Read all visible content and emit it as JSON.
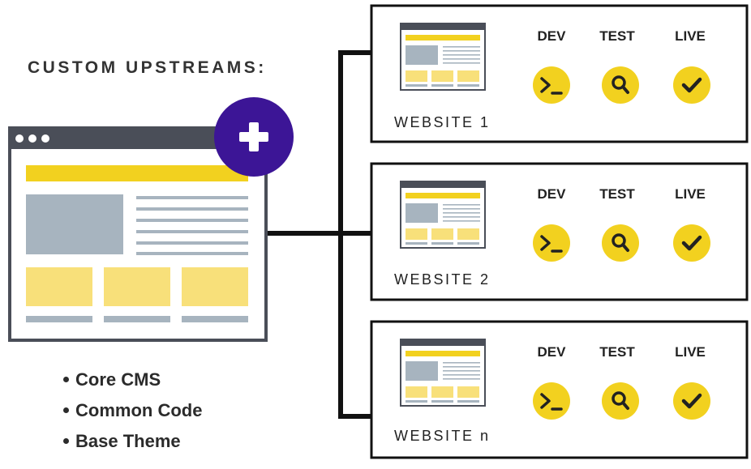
{
  "title": "CUSTOM UPSTREAMS:",
  "features": [
    "Core CMS",
    "Common Code",
    "Base Theme"
  ],
  "colors": {
    "yellow": "#f2d11f",
    "pale_yellow": "#f8e07a",
    "dark_gray": "#4a4e58",
    "light_gray": "#a7b4bf",
    "purple": "#3c1596",
    "line": "#111111"
  },
  "upstream_icon": "plus-icon",
  "environments": [
    {
      "label": "DEV",
      "icon": "terminal-prompt-icon"
    },
    {
      "label": "TEST",
      "icon": "magnifier-icon"
    },
    {
      "label": "LIVE",
      "icon": "checkmark-icon"
    }
  ],
  "websites": [
    {
      "label": "WEBSITE 1"
    },
    {
      "label": "WEBSITE 2"
    },
    {
      "label": "WEBSITE n"
    }
  ]
}
